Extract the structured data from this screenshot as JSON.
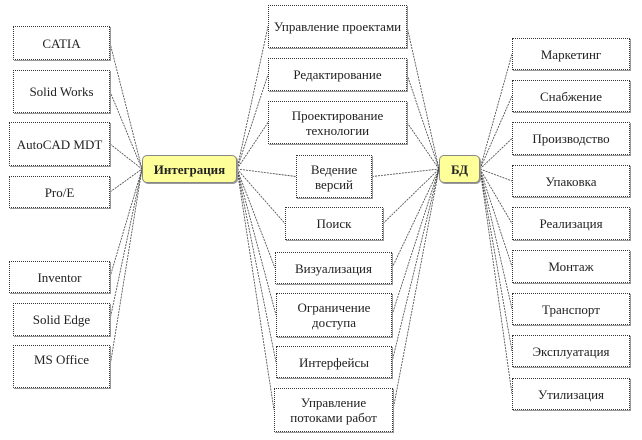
{
  "hubs": {
    "integration": "Интеграция",
    "db": "БД"
  },
  "left": [
    "CATIA",
    "Solid Works",
    "AutoCAD MDT",
    "Pro/E",
    "Inventor",
    "Solid Edge",
    "MS Office"
  ],
  "middle": [
    "Управление проектами",
    "Редактирование",
    "Проектирование технологии",
    "Ведение версий",
    "Поиск",
    "Визуализация",
    "Ограничение доступа",
    "Интерфейсы",
    "Управление потоками работ"
  ],
  "right": [
    "Маркетинг",
    "Снабжение",
    "Производство",
    "Упаковка",
    "Реализация",
    "Монтаж",
    "Транспорт",
    "Эксплуатация",
    "Утилизация"
  ]
}
